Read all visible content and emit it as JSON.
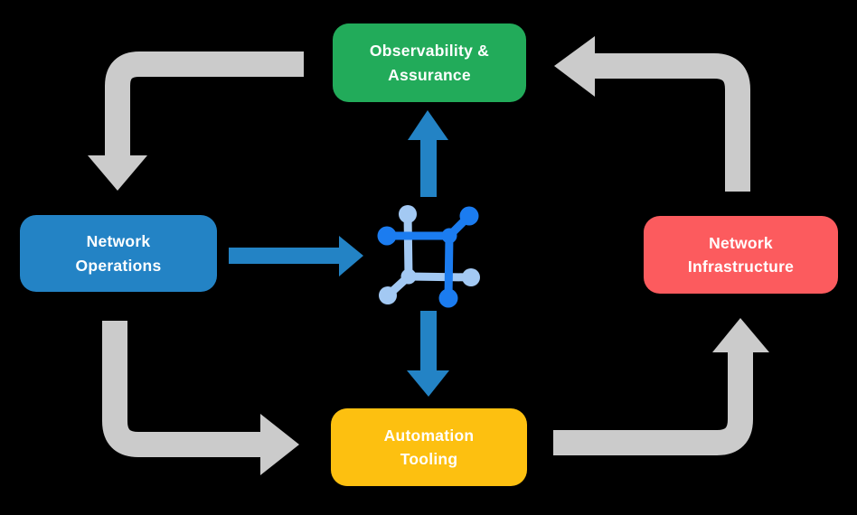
{
  "nodes": {
    "observability": {
      "line1": "Observability &",
      "line2": "Assurance",
      "color": "#22AB5A"
    },
    "operations": {
      "line1": "Network",
      "line2": "Operations",
      "color": "#2383C5"
    },
    "infrastructure": {
      "line1": "Network",
      "line2": "Infrastructure",
      "color": "#FC5B5E"
    },
    "automation": {
      "line1": "Automation",
      "line2": "Tooling",
      "color": "#FDC010"
    }
  },
  "center_icon": "network-automation-icon",
  "connections": {
    "cycle_arrows_gray": [
      "observability-to-operations",
      "operations-to-automation",
      "automation-to-infrastructure",
      "infrastructure-to-observability"
    ],
    "flow_arrows_blue": [
      "operations-to-center-icon",
      "center-icon-to-observability",
      "center-icon-to-automation"
    ]
  },
  "colors": {
    "background": "#000000",
    "cycle_arrow": "#CBCBCB",
    "flow_arrow": "#2383C5",
    "icon_dark": "#1B7CF0",
    "icon_light": "#A3C9F3",
    "text": "#FFFFFF"
  }
}
